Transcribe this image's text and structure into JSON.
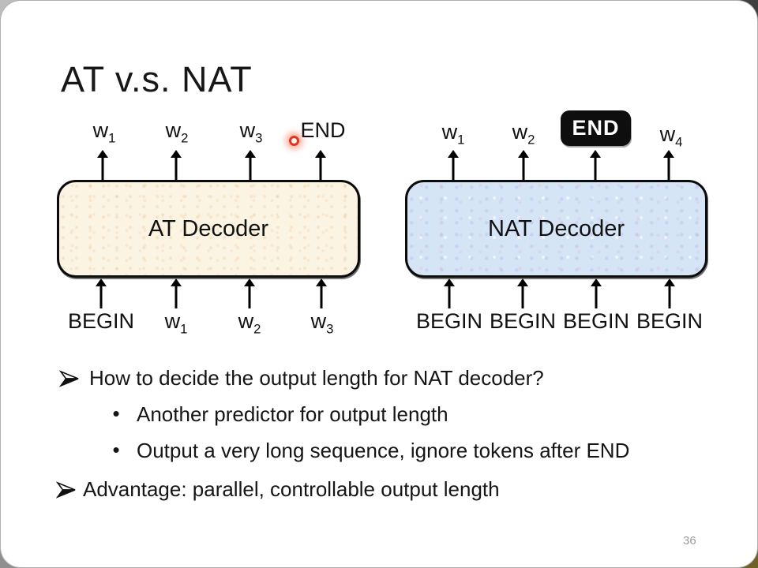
{
  "slide": {
    "title": "AT v.s. NAT",
    "page_number": "36"
  },
  "colors": {
    "at_box_fill": "#fcf4e3",
    "nat_box_fill": "#d5e5f6",
    "end_badge_bg": "#0e0e0e",
    "end_badge_text": "#ffffff",
    "laser_pointer": "#e8331a"
  },
  "at_diagram": {
    "label": "AT Decoder",
    "outputs": [
      {
        "base": "w",
        "sub": "1"
      },
      {
        "base": "w",
        "sub": "2"
      },
      {
        "base": "w",
        "sub": "3"
      },
      {
        "base": "END",
        "sub": ""
      }
    ],
    "inputs": [
      {
        "base": "BEGIN",
        "sub": ""
      },
      {
        "base": "w",
        "sub": "1"
      },
      {
        "base": "w",
        "sub": "2"
      },
      {
        "base": "w",
        "sub": "3"
      }
    ]
  },
  "nat_diagram": {
    "label": "NAT Decoder",
    "end_badge": "END",
    "outputs": [
      {
        "base": "w",
        "sub": "1"
      },
      {
        "base": "w",
        "sub": "2"
      },
      {
        "base": "w",
        "sub": "4"
      }
    ],
    "inputs": [
      "BEGIN",
      "BEGIN",
      "BEGIN",
      "BEGIN"
    ]
  },
  "bullets": {
    "item1": {
      "marker": "➢",
      "text": "How to decide the output length for NAT decoder?"
    },
    "sub1": {
      "marker": "•",
      "text": "Another predictor for output length"
    },
    "sub2": {
      "marker": "•",
      "text": "Output a very long sequence, ignore tokens after END"
    },
    "item2": {
      "marker": "➢",
      "text": "Advantage: parallel, controllable output length"
    }
  }
}
